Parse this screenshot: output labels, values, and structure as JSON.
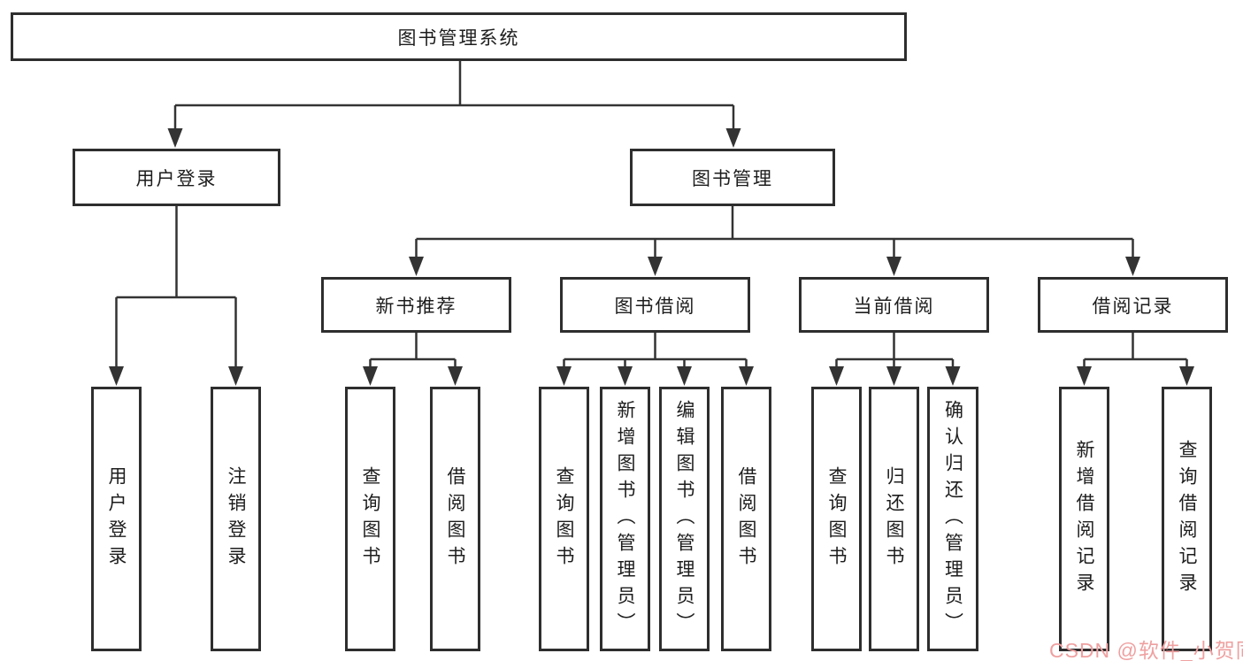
{
  "diagram": {
    "type": "hierarchy-tree",
    "root": {
      "label": "图书管理系统"
    },
    "level2": [
      {
        "label": "用户登录"
      },
      {
        "label": "图书管理"
      }
    ],
    "level3": [
      {
        "label": "新书推荐"
      },
      {
        "label": "图书借阅"
      },
      {
        "label": "当前借阅"
      },
      {
        "label": "借阅记录"
      }
    ],
    "level4": {
      "user_login": [
        {
          "label": "用户登录"
        },
        {
          "label": "注销登录"
        }
      ],
      "new_book": [
        {
          "label": "查询图书"
        },
        {
          "label": "借阅图书"
        }
      ],
      "book_borrow": [
        {
          "label": "查询图书"
        },
        {
          "label": "新增图书（管理员）"
        },
        {
          "label": "编辑图书（管理员）"
        },
        {
          "label": "借阅图书"
        }
      ],
      "current_borrow": [
        {
          "label": "查询图书"
        },
        {
          "label": "归还图书"
        },
        {
          "label": "确认归还（管理员）"
        }
      ],
      "borrow_record": [
        {
          "label": "新增借阅记录"
        },
        {
          "label": "查询借阅记录"
        }
      ]
    },
    "colors": {
      "line": "#333333",
      "box_border": "#2e2e2e",
      "text": "#1d1d1d",
      "background": "#ffffff",
      "watermark": "#efa0a0"
    }
  },
  "watermark": {
    "text": "CSDN @软件_小贺同学"
  }
}
